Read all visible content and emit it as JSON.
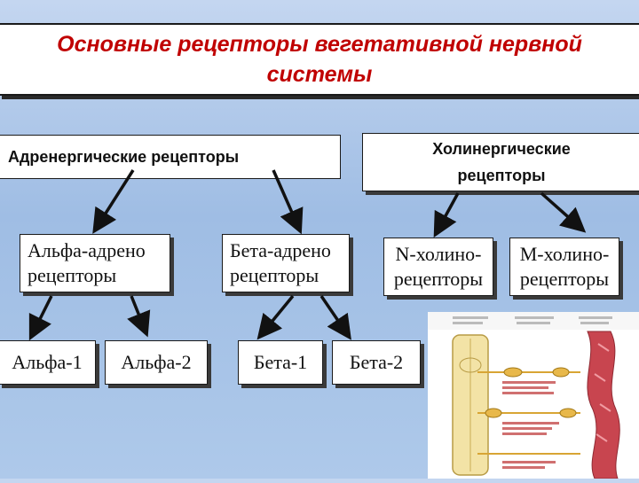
{
  "title": "Основные рецепторы вегетативной нервной системы",
  "adrenergic": "Адренергические рецепторы",
  "cholinergic": "Холинергические рецепторы",
  "alpha_adreno": "Альфа-адрено рецепторы",
  "beta_adreno": "Бета-адрено рецепторы",
  "n_cholino": "N-холино-рецепторы",
  "m_cholino": "М-холино-рецепторы",
  "alpha1": "Альфа-1",
  "alpha2": "Альфа-2",
  "beta1": "Бета-1",
  "beta2": "Бета-2",
  "colors": {
    "title": "#c00000",
    "spinal_cord": "#f3e3a6",
    "vessel": "#c8454f",
    "ganglion": "#e8b84a"
  }
}
